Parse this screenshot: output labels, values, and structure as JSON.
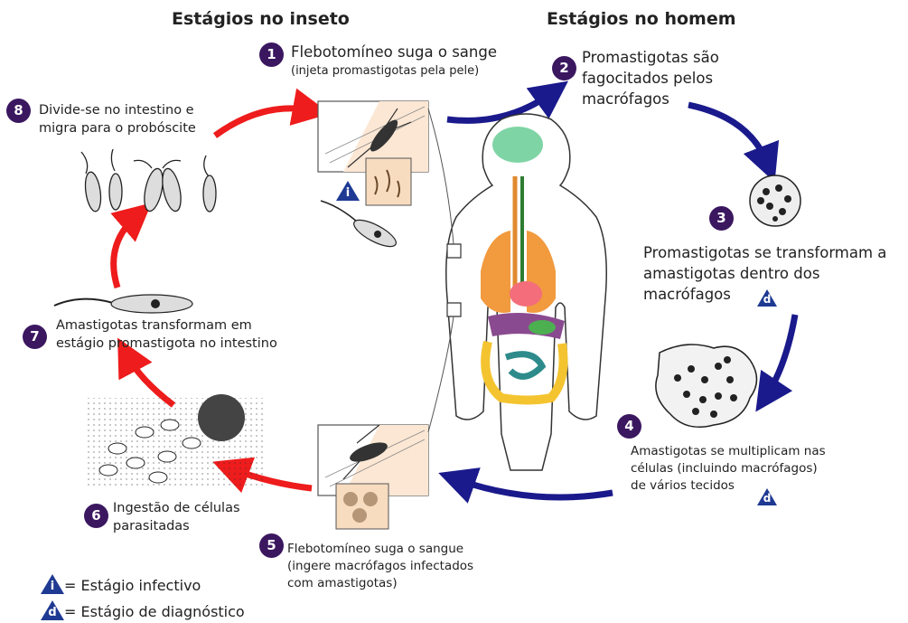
{
  "headers": {
    "insect": "Estágios no inseto",
    "human": "Estágios no homem"
  },
  "steps": [
    {
      "number": "1",
      "line1": "Flebotomíneo suga o sange",
      "line2": "(injeta promastigotas pela pele)"
    },
    {
      "number": "2",
      "line1": "Promastigotas são",
      "line2": "fagocitados pelos",
      "line3": "macrófagos"
    },
    {
      "number": "3",
      "line1": "Promastigotas se transformam a",
      "line2": "amastigotas dentro dos",
      "line3": "macrófagos"
    },
    {
      "number": "4",
      "line1": "Amastigotas se multiplicam nas",
      "line2": "células (incluindo macrófagos)",
      "line3": "de vários tecidos"
    },
    {
      "number": "5",
      "line1": "Flebotomíneo suga o sangue",
      "line2": " (ingere macrófagos infectados",
      "line3": "com amastigotas)"
    },
    {
      "number": "6",
      "line1": "Ingestão de células",
      "line2": "parasitadas"
    },
    {
      "number": "7",
      "line1": "Amastigotas transformam em",
      "line2": "estágio promastigota no intestino"
    },
    {
      "number": "8",
      "line1": "Divide-se no intestino e",
      "line2": "migra para o probóscite"
    }
  ],
  "markers": {
    "infective": "i",
    "diagnostic": "d"
  },
  "legend": {
    "infective": "= Estágio infectivo",
    "diagnostic": "= Estágio de diagnóstico"
  },
  "colors": {
    "badge": "#3b1760",
    "insect_arrow": "#ee1c1c",
    "human_arrow": "#1a1a8c",
    "marker": "#1f3a93"
  }
}
